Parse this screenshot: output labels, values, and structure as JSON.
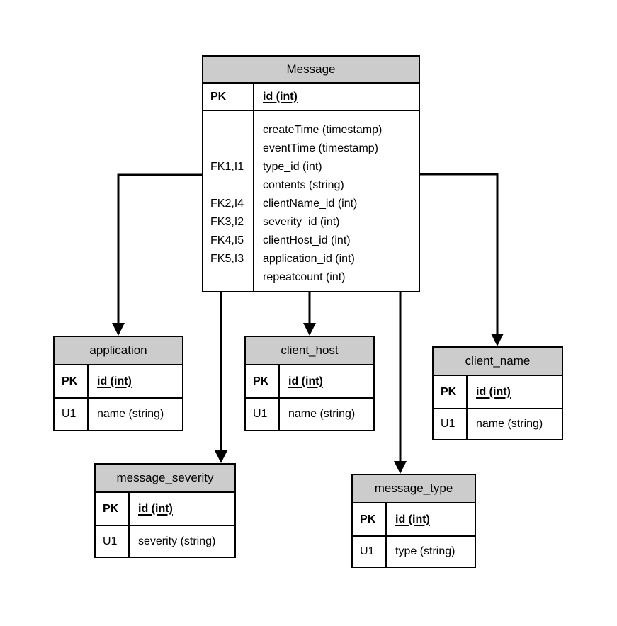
{
  "colors": {
    "header_bg": "#cccccc",
    "border": "#000000",
    "canvas_bg": "#ffffff",
    "connector": "#000000"
  },
  "tables": {
    "message": {
      "title": "Message",
      "pk": {
        "key": "PK",
        "field": "id (int)"
      },
      "rows": [
        {
          "key": "",
          "field": "createTime (timestamp)"
        },
        {
          "key": "",
          "field": "eventTime (timestamp)"
        },
        {
          "key": "FK1,I1",
          "field": "type_id (int)"
        },
        {
          "key": "",
          "field": "contents (string)"
        },
        {
          "key": "FK2,I4",
          "field": "clientName_id (int)"
        },
        {
          "key": "FK3,I2",
          "field": "severity_id (int)"
        },
        {
          "key": "FK4,I5",
          "field": "clientHost_id (int)"
        },
        {
          "key": "FK5,I3",
          "field": "application_id (int)"
        },
        {
          "key": "",
          "field": "repeatcount (int)"
        }
      ]
    },
    "application": {
      "title": "application",
      "pk": {
        "key": "PK",
        "field": "id (int)"
      },
      "u1": {
        "key": "U1",
        "field": "name (string)"
      }
    },
    "client_host": {
      "title": "client_host",
      "pk": {
        "key": "PK",
        "field": "id (int)"
      },
      "u1": {
        "key": "U1",
        "field": "name (string)"
      }
    },
    "client_name": {
      "title": "client_name",
      "pk": {
        "key": "PK",
        "field": "id (int)"
      },
      "u1": {
        "key": "U1",
        "field": "name (string)"
      }
    },
    "message_severity": {
      "title": "message_severity",
      "pk": {
        "key": "PK",
        "field": "id (int)"
      },
      "u1": {
        "key": "U1",
        "field": "severity (string)"
      }
    },
    "message_type": {
      "title": "message_type",
      "pk": {
        "key": "PK",
        "field": "id (int)"
      },
      "u1": {
        "key": "U1",
        "field": "type (string)"
      }
    }
  },
  "relationships": [
    {
      "from": "Message",
      "to": "application"
    },
    {
      "from": "Message",
      "to": "client_host"
    },
    {
      "from": "Message",
      "to": "client_name"
    },
    {
      "from": "Message",
      "to": "message_severity"
    },
    {
      "from": "Message",
      "to": "message_type"
    }
  ]
}
